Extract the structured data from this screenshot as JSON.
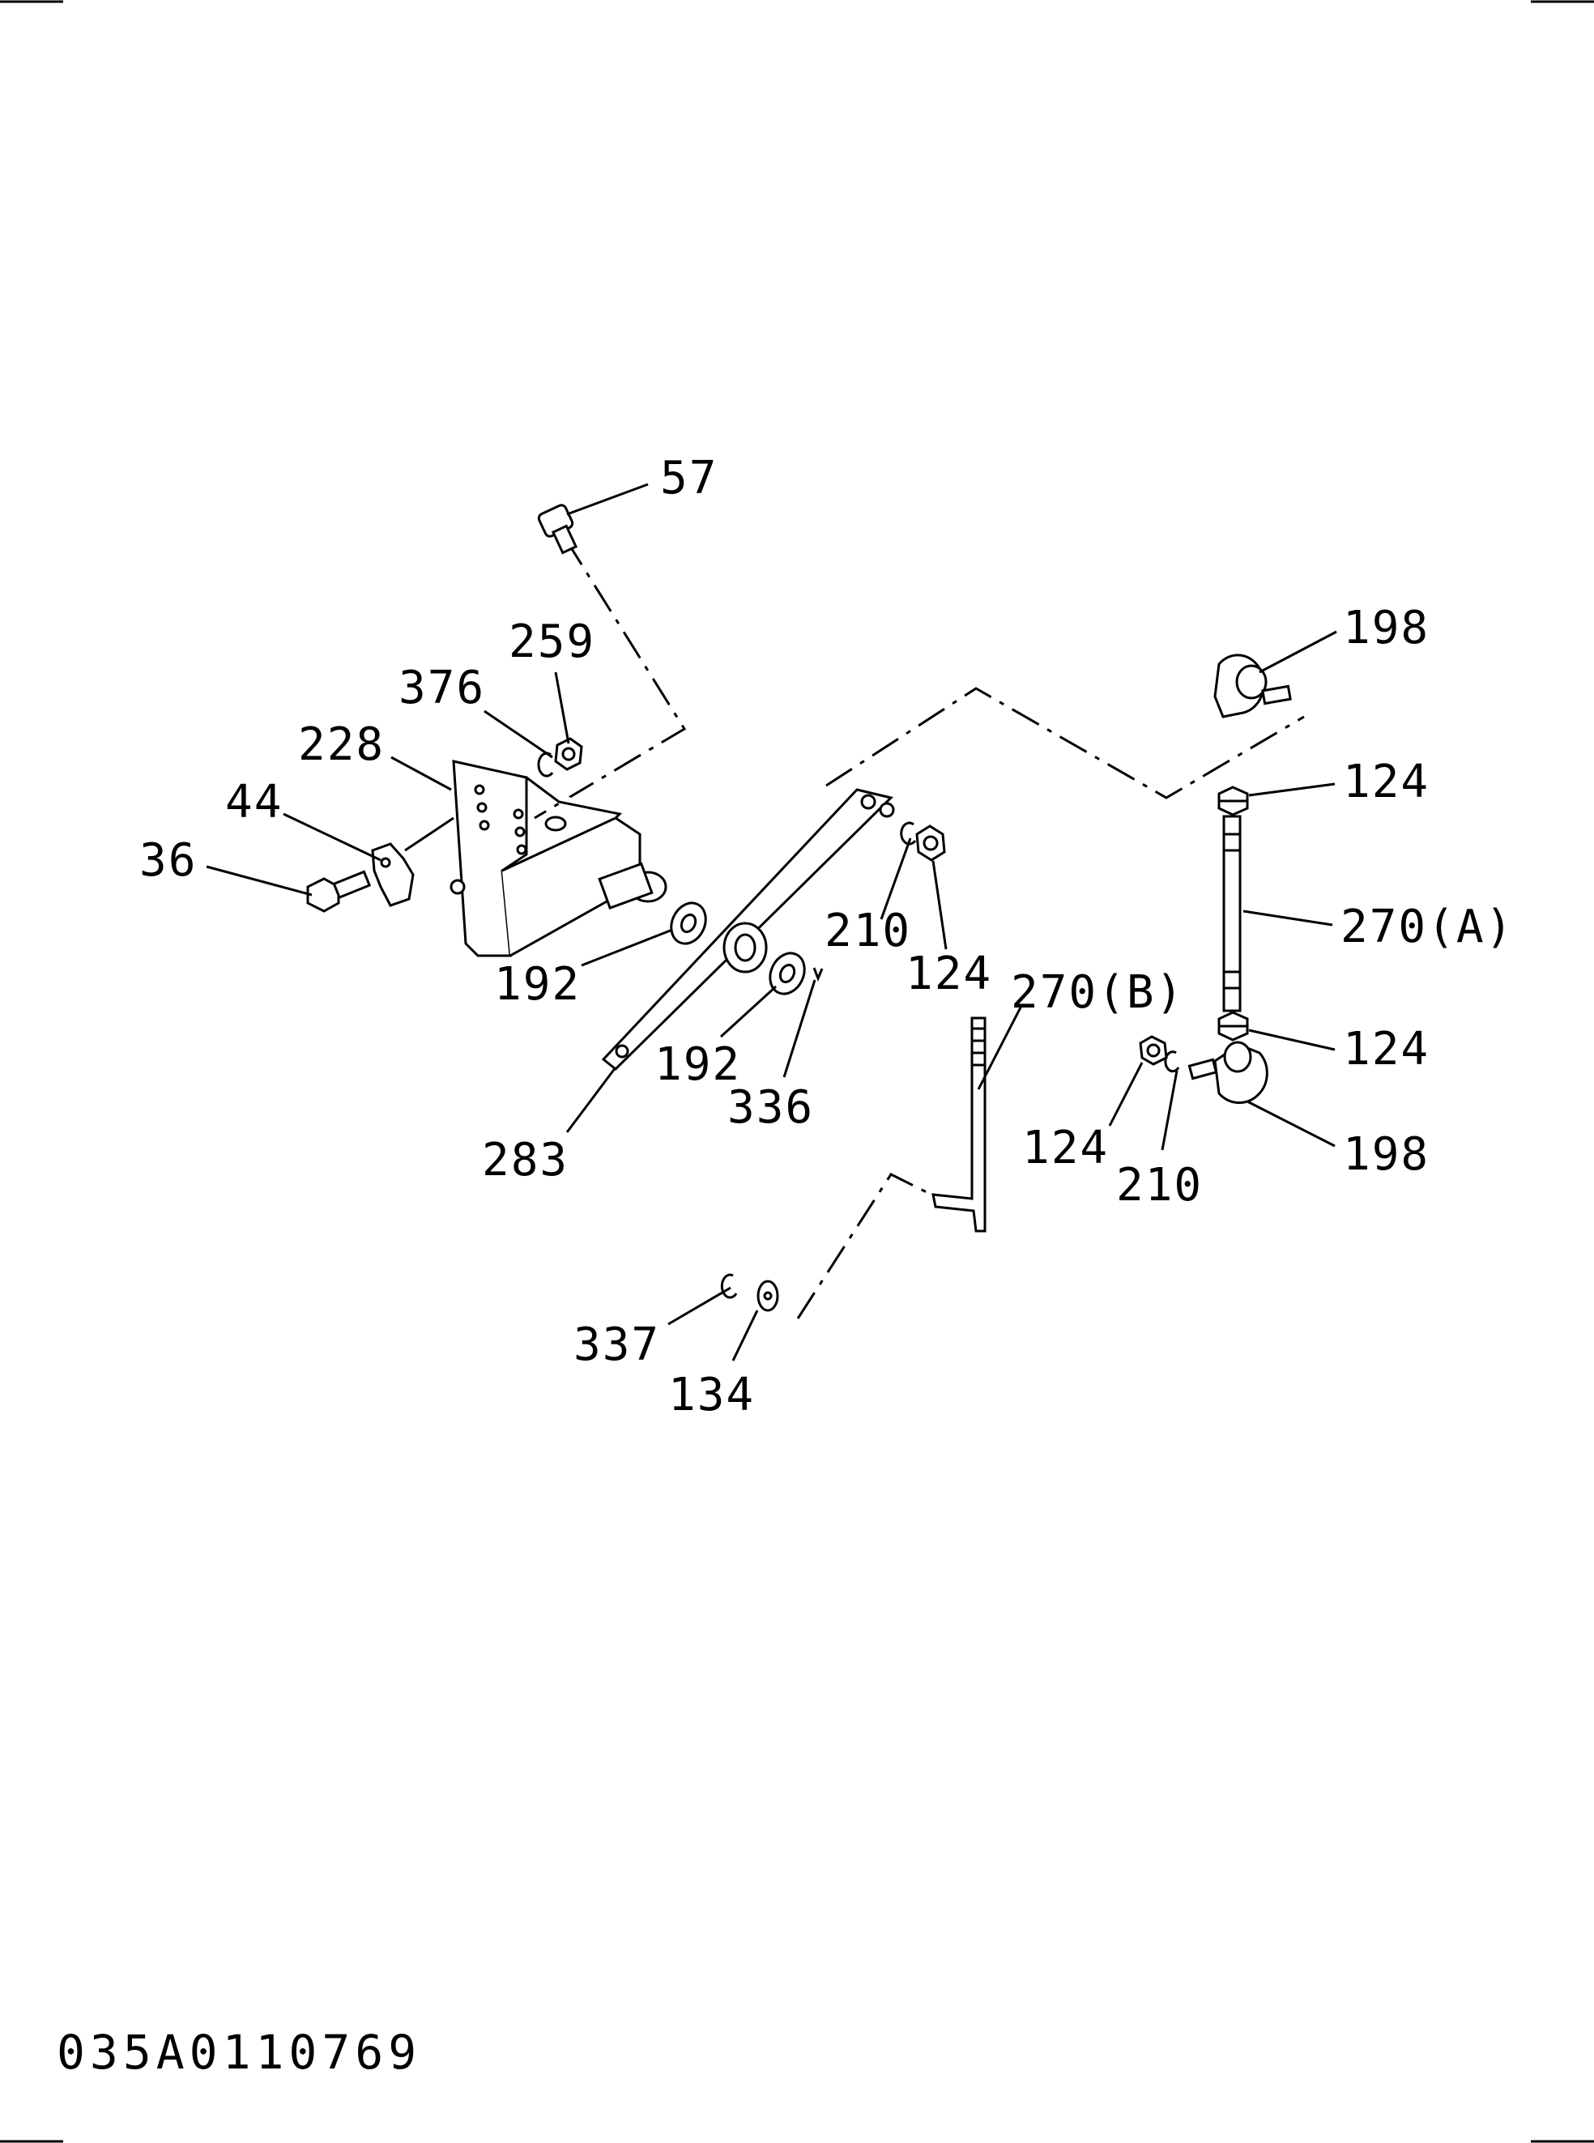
{
  "diagram_code": "035A0110769",
  "callouts": {
    "c57": "57",
    "c259": "259",
    "c376": "376",
    "c228": "228",
    "c44": "44",
    "c36": "36",
    "c192a": "192",
    "c192b": "192",
    "c336": "336",
    "c283": "283",
    "c210a": "210",
    "c124a": "124",
    "c270b": "270(B)",
    "c198a": "198",
    "c124b": "124",
    "c270a": "270(A)",
    "c124c": "124",
    "c124d": "124",
    "c210b": "210",
    "c198b": "198",
    "c337": "337",
    "c134": "134"
  }
}
